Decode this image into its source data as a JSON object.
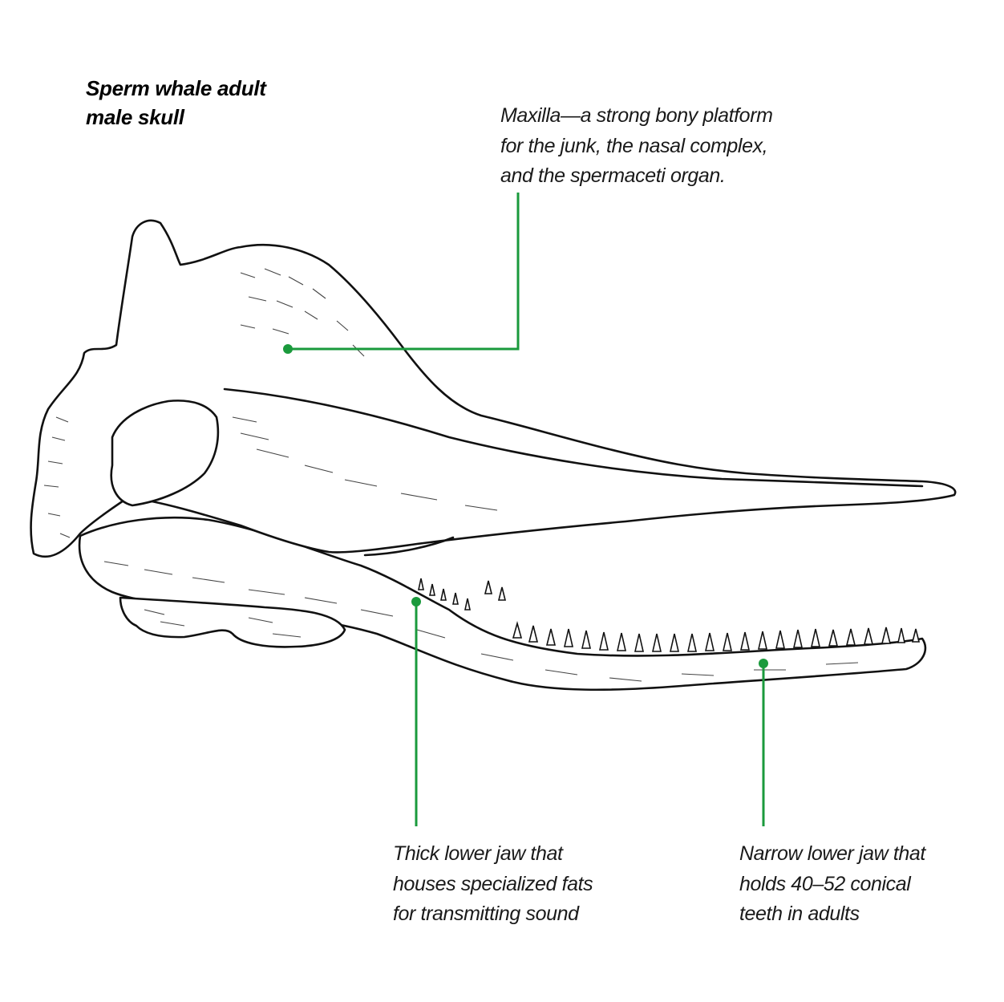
{
  "title": {
    "line1": "Sperm whale adult",
    "line2": "male skull"
  },
  "callouts": {
    "maxilla": {
      "lines": [
        "Maxilla—a strong bony platform",
        "for the junk, the nasal complex,",
        "and the spermaceti organ."
      ]
    },
    "thick_jaw": {
      "lines": [
        "Thick lower jaw that",
        "houses specialized fats",
        "for transmitting sound"
      ]
    },
    "narrow_jaw": {
      "lines": [
        "Narrow lower jaw that",
        "holds 40–52 conical",
        "teeth in adults"
      ]
    }
  },
  "colors": {
    "leader": "#1a9a3c",
    "ink": "#111111"
  }
}
